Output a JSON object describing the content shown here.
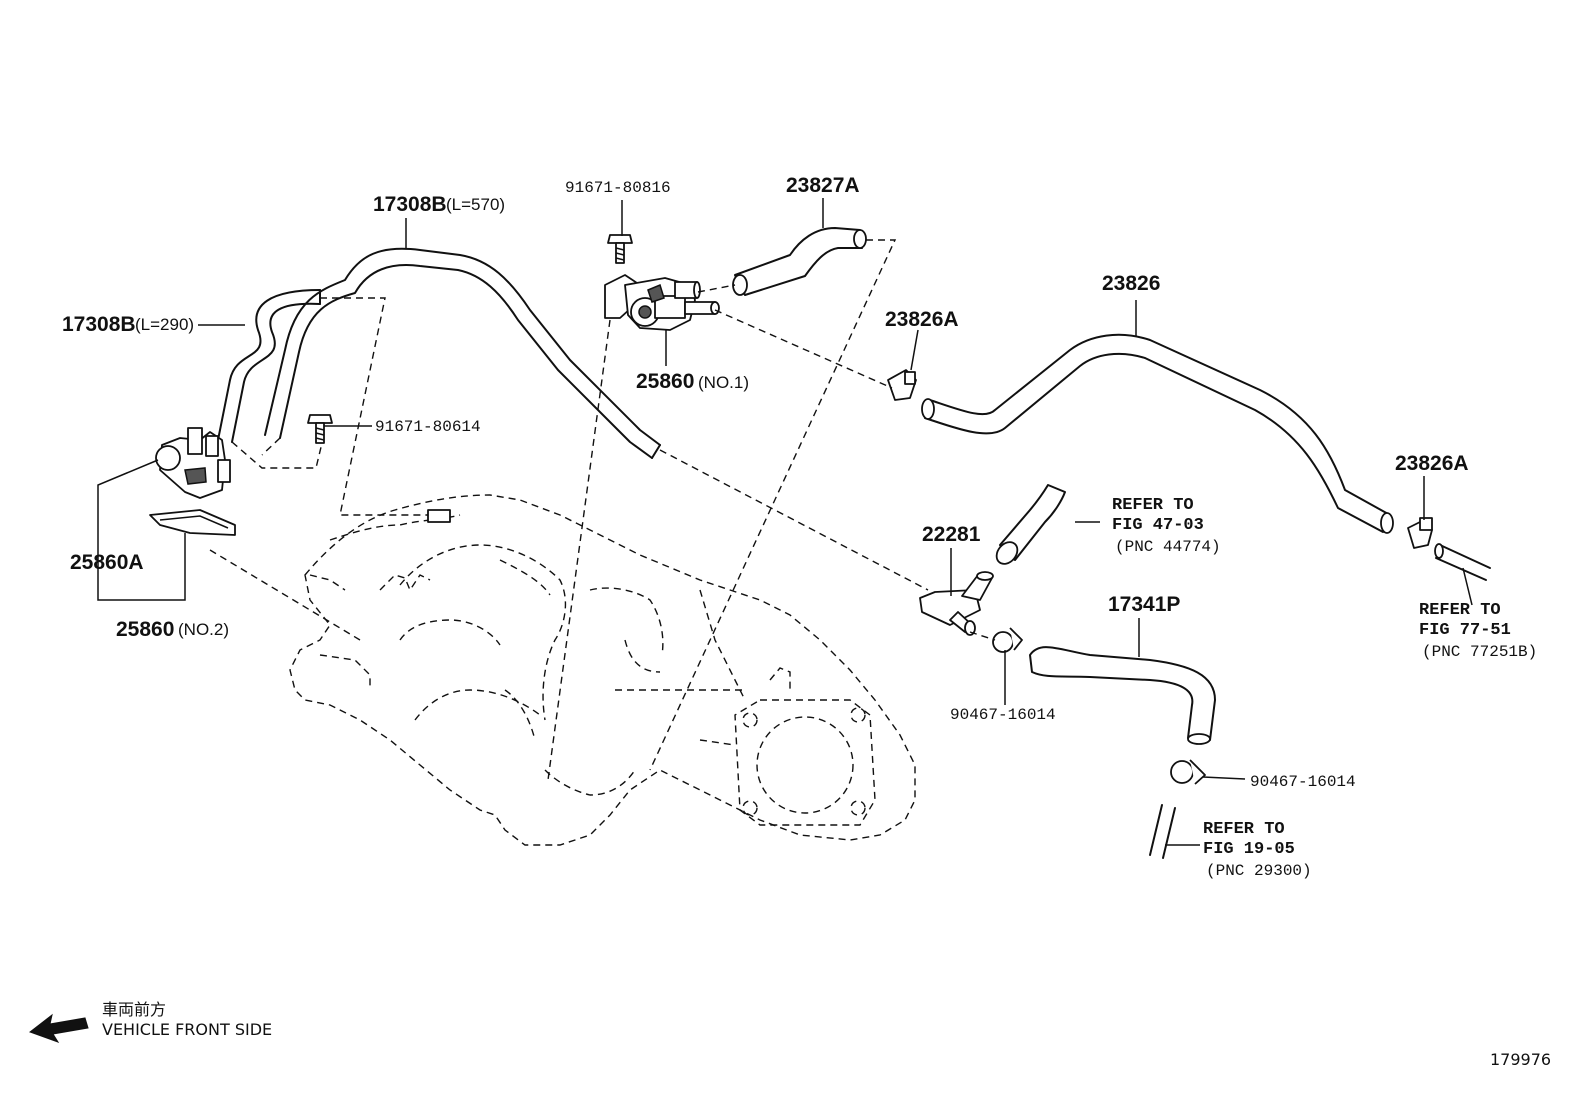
{
  "parts": {
    "p17308b_570": {
      "number": "17308B",
      "note": "(L=570)"
    },
    "p17308b_290": {
      "number": "17308B",
      "note": "(L=290)"
    },
    "p91671_80816": {
      "number": "91671-80816"
    },
    "p91671_80614": {
      "number": "91671-80614"
    },
    "p23827a": {
      "number": "23827A"
    },
    "p25860_no1": {
      "number": "25860",
      "note": "(NO.1)"
    },
    "p23826a_1": {
      "number": "23826A"
    },
    "p23826": {
      "number": "23826"
    },
    "p23826a_2": {
      "number": "23826A"
    },
    "p25860a": {
      "number": "25860A"
    },
    "p25860_no2": {
      "number": "25860",
      "note": "(NO.2)"
    },
    "p22281": {
      "number": "22281"
    },
    "p17341p": {
      "number": "17341P"
    },
    "p90467_16014_a": {
      "number": "90467-16014"
    },
    "p90467_16014_b": {
      "number": "90467-16014"
    }
  },
  "refs": {
    "fig47": {
      "line1": "REFER TO",
      "line2": "FIG 47-03",
      "line3": "(PNC 44774)"
    },
    "fig77": {
      "line1": "REFER TO",
      "line2": "FIG 77-51",
      "line3": "(PNC 77251B)"
    },
    "fig19": {
      "line1": "REFER TO",
      "line2": "FIG 19-05",
      "line3": "(PNC 29300)"
    }
  },
  "direction": {
    "label_jp": "車両前方",
    "label_en": "VEHICLE FRONT SIDE",
    "icon": "arrow-left-icon"
  },
  "figure_id": "179976"
}
